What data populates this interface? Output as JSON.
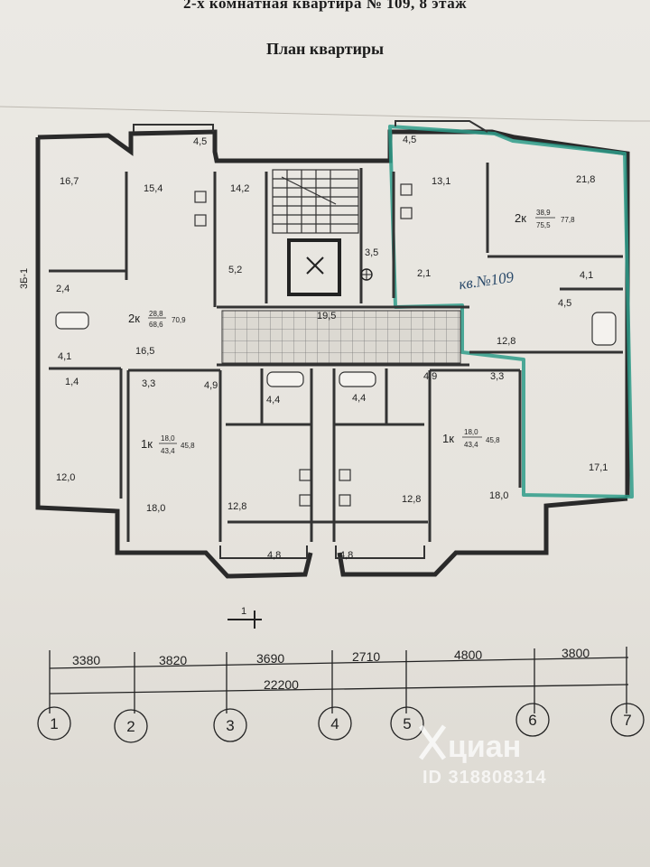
{
  "header": {
    "title": "2-х комнатная квартира  № 109,   8 этаж",
    "subtitle": "План квартиры"
  },
  "rooms": {
    "r16_7": "16,7",
    "r15_4": "15,4",
    "r14_2": "14,2",
    "r13_1": "13,1",
    "r21_8": "21,8",
    "r4_5a": "4,5",
    "r4_5b": "4,5",
    "r4_5c": "4,5",
    "r2_4": "2,4",
    "r5_2": "5,2",
    "r3_5": "3,5",
    "r2_1": "2,1",
    "r4_1a": "4,1",
    "r4_1b": "4,1",
    "r19_5": "19,5",
    "r16_5": "16,5",
    "r12_8a": "12,8",
    "r1_4": "1,4",
    "r3_3a": "3,3",
    "r4_9a": "4,9",
    "r4_4a": "4,4",
    "r4_4b": "4,4",
    "r4_9b": "4,9",
    "r3_3b": "3,3",
    "r12_0": "12,0",
    "r18_0a": "18,0",
    "r12_8b": "12,8",
    "r12_8c": "12,8",
    "r18_0b": "18,0",
    "r17_1": "17,1",
    "r4_8a": "4,8",
    "r4_8b": "4,8",
    "handwritten": "кв.№109",
    "vert_label": "3Б-1"
  },
  "apartments": {
    "a2k_left": {
      "type": "2к",
      "living": "28,8",
      "total": "68,6",
      "total_balc": "70,9"
    },
    "a2k_right": {
      "type": "2к",
      "living": "38,9",
      "total": "75,5",
      "total_balc": "77,8"
    },
    "a1k_left": {
      "type": "1к",
      "living": "18,0",
      "total": "43,4",
      "total_balc": "45,8"
    },
    "a1k_right": {
      "type": "1к",
      "living": "18,0",
      "total": "43,4",
      "total_balc": "45,8"
    }
  },
  "dimensions": {
    "spans": [
      "3380",
      "3820",
      "3690",
      "2710",
      "4800",
      "3800"
    ],
    "total": "22200",
    "section_mark": "1"
  },
  "axes": [
    "1",
    "2",
    "3",
    "4",
    "5",
    "6",
    "7"
  ],
  "watermark": {
    "brand": "циан",
    "id": "ID 318808314"
  },
  "colors": {
    "wall": "#2a2a2a",
    "highlight": "#2e9c8a",
    "paper": "#e8e5df"
  }
}
